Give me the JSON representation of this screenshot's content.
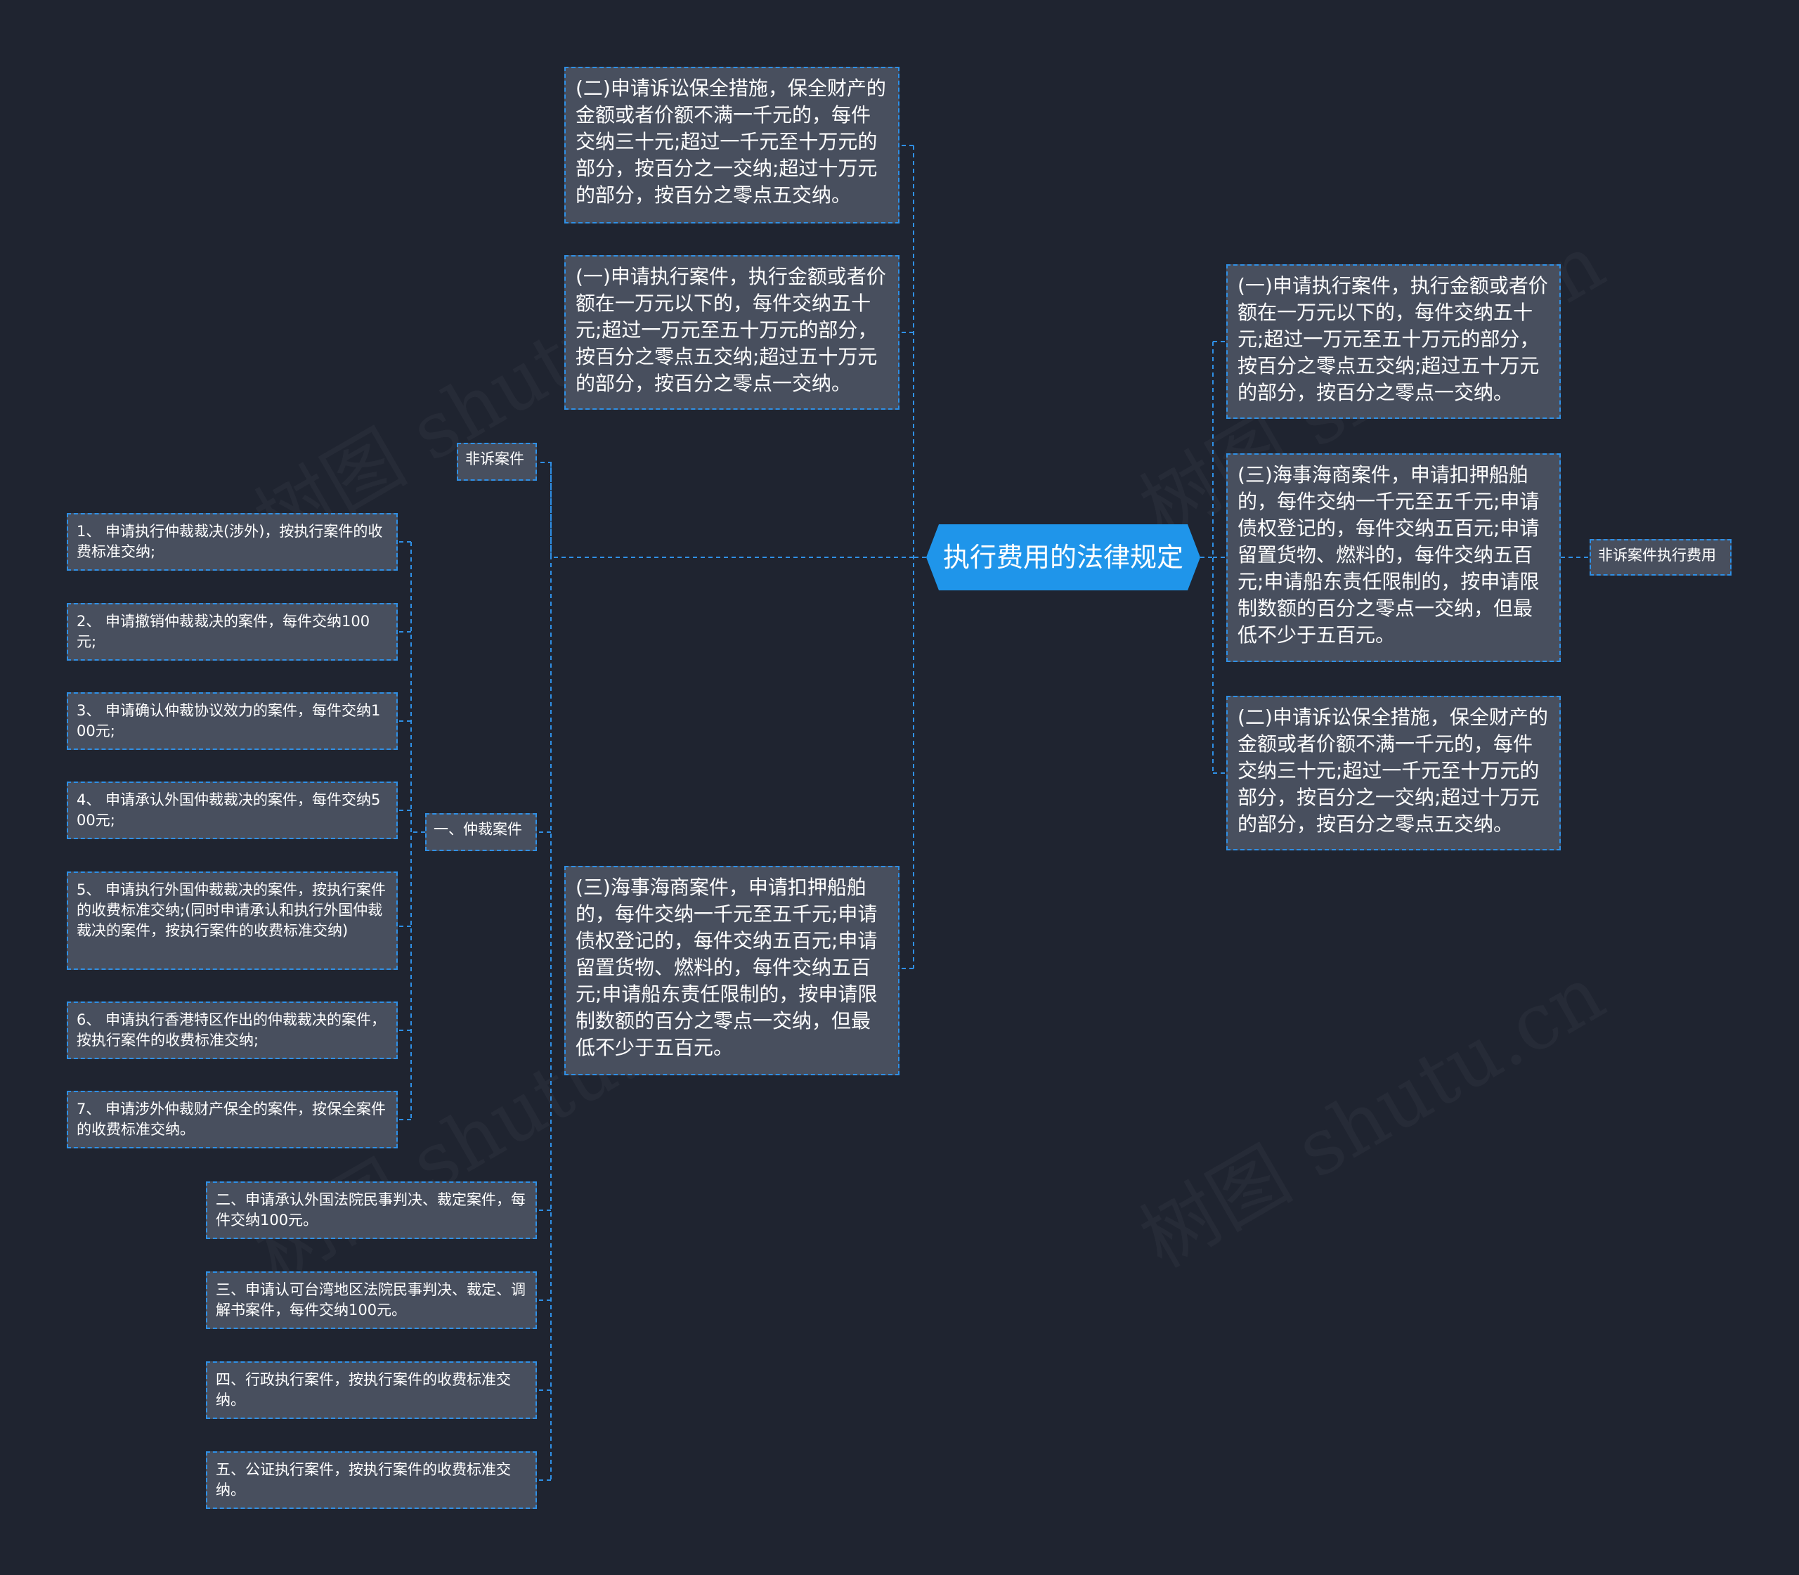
{
  "root": {
    "label": "执行费用的法律规定"
  },
  "left_top": {
    "preservation": "(二)申请诉讼保全措施，保全财产的金额或者价额不满一千元的，每件交纳三十元;超过一千元至十万元的部分，按百分之一交纳;超过十万元的部分，按百分之零点五交纳。",
    "execution": "(一)申请执行案件，执行金额或者价额在一万元以下的，每件交纳五十元;超过一万元至五十万元的部分，按百分之零点五交纳;超过五十万元的部分，按百分之零点一交纳。",
    "maritime": "(三)海事海商案件，申请扣押船舶的，每件交纳一千元至五千元;申请债权登记的，每件交纳五百元;申请留置货物、燃料的，每件交纳五百元;申请船东责任限制的，按申请限制数额的百分之零点一交纳，但最低不少于五百元。"
  },
  "non_litigation": {
    "label": "非诉案件"
  },
  "arbitration": {
    "label": "一、仲裁案件",
    "items": [
      "1、 申请执行仲裁裁决(涉外)，按执行案件的收费标准交纳;",
      "2、 申请撤销仲裁裁决的案件，每件交纳100元;",
      "3、 申请确认仲裁协议效力的案件，每件交纳100元;",
      "4、 申请承认外国仲裁裁决的案件，每件交纳500元;",
      "5、 申请执行外国仲裁裁决的案件，按执行案件的收费标准交纳;(同时申请承认和执行外国仲裁裁决的案件，按执行案件的收费标准交纳)",
      "6、 申请执行香港特区作出的仲裁裁决的案件，按执行案件的收费标准交纳;",
      "7、 申请涉外仲裁财产保全的案件，按保全案件的收费标准交纳。"
    ]
  },
  "others": [
    "二、申请承认外国法院民事判决、裁定案件，每件交纳100元。",
    "三、申请认可台湾地区法院民事判决、裁定、调解书案件，每件交纳100元。",
    "四、行政执行案件，按执行案件的收费标准交纳。",
    "五、公证执行案件，按执行案件的收费标准交纳。"
  ],
  "right": {
    "execution": "(一)申请执行案件，执行金额或者价额在一万元以下的，每件交纳五十元;超过一万元至五十万元的部分，按百分之零点五交纳;超过五十万元的部分，按百分之零点一交纳。",
    "maritime": "(三)海事海商案件，申请扣押船舶的，每件交纳一千元至五千元;申请债权登记的，每件交纳五百元;申请留置货物、燃料的，每件交纳五百元;申请船东责任限制的，按申请限制数额的百分之零点一交纳，但最低不少于五百元。",
    "preservation": "(二)申请诉讼保全措施，保全财产的金额或者价额不满一千元的，每件交纳三十元;超过一千元至十万元的部分，按百分之一交纳;超过十万元的部分，按百分之零点五交纳。",
    "category": "非诉案件执行费用"
  },
  "colors": {
    "background": "#1f2430",
    "node_fill": "#484f5e",
    "link": "#2f90e6",
    "root_fill": "#1f95ea"
  }
}
